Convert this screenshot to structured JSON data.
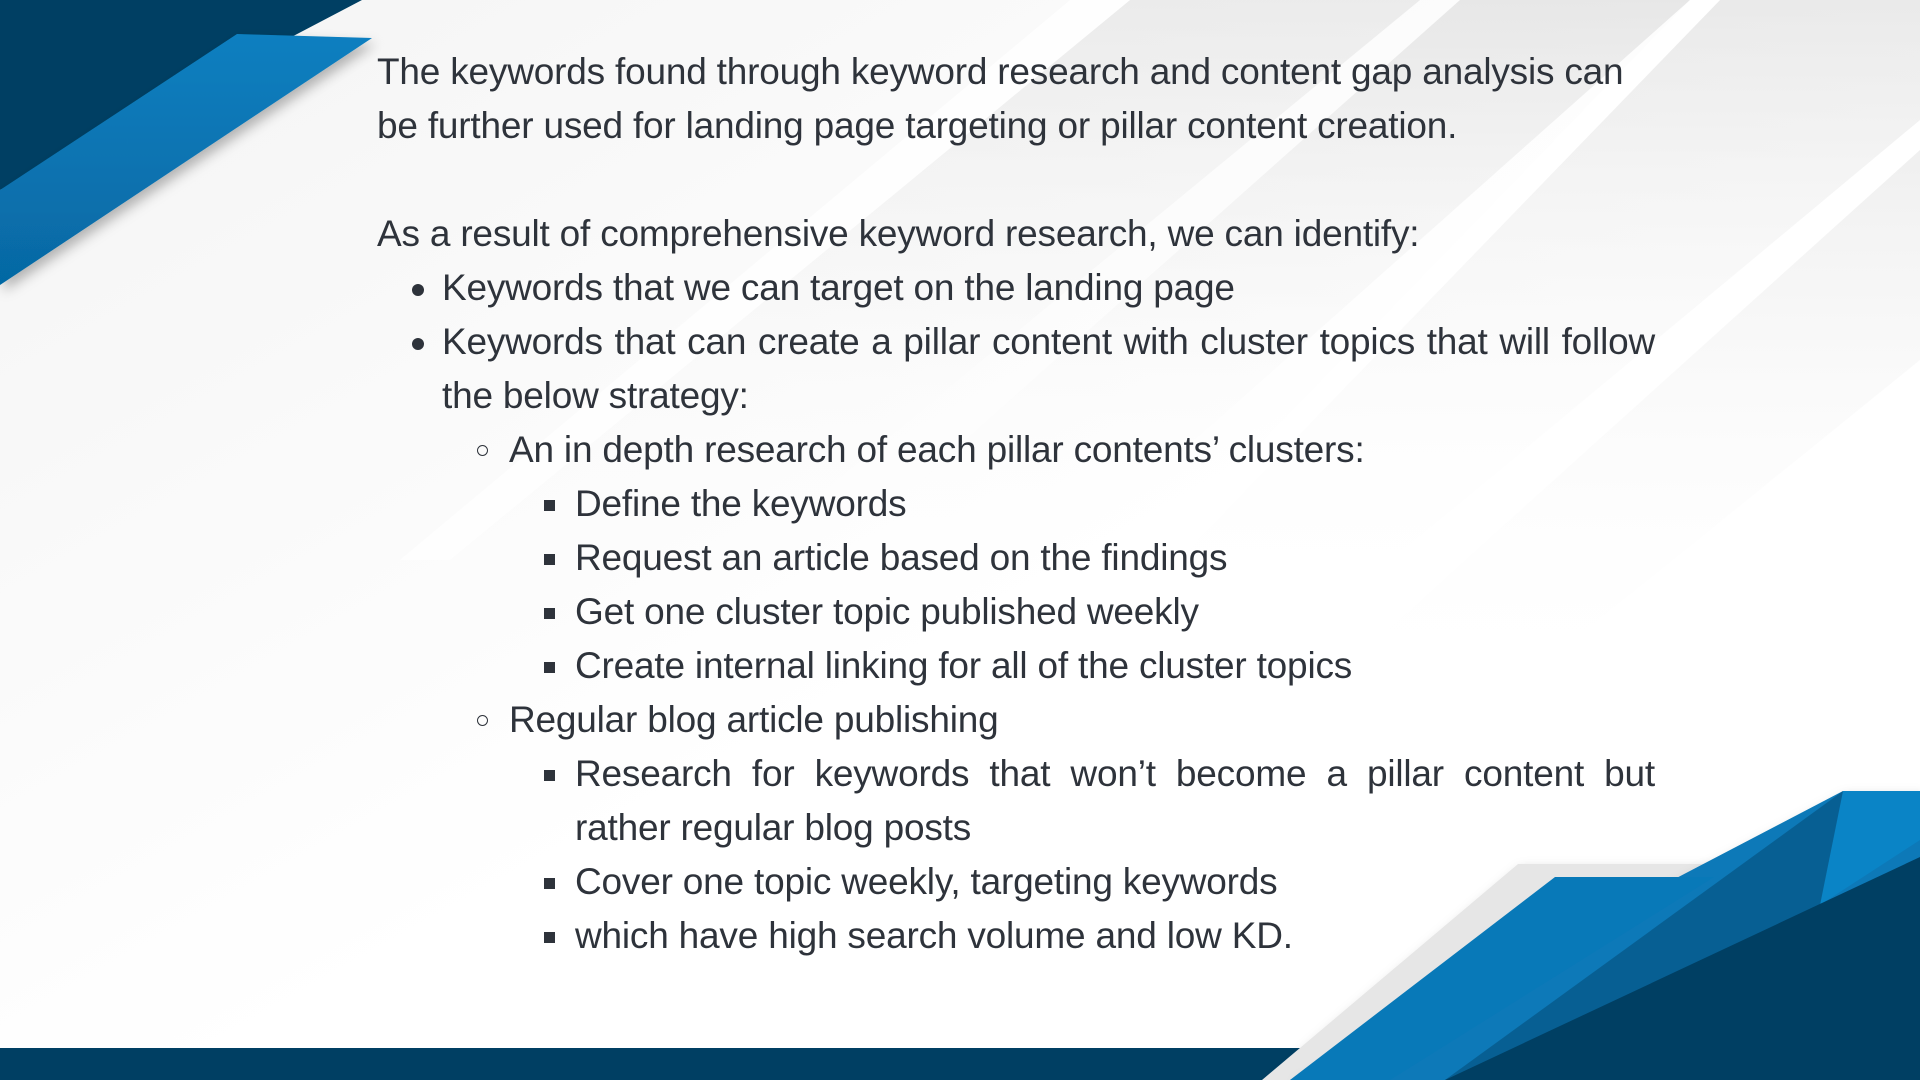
{
  "slide": {
    "intro_paragraph": "The keywords found through keyword research and content gap analysis can be further used for landing page targeting or pillar content creation.",
    "lead_in": "As a result of comprehensive keyword research, we can identify:",
    "bullets": [
      {
        "text": "Keywords that we can target on the landing page"
      },
      {
        "text": "Keywords that can create a pillar content with cluster topics that will follow the below strategy:"
      }
    ],
    "strategy": [
      {
        "text": "An in depth research of each pillar contents’ clusters:",
        "steps": [
          "Define the keywords",
          "Request an article based on the findings",
          "Get one cluster topic published weekly",
          "Create internal linking for all of the cluster topics"
        ]
      },
      {
        "text": "Regular blog article publishing",
        "steps": [
          "Research for keywords that won’t become a pillar content but rather regular blog posts",
          "Cover one topic weekly, targeting keywords",
          "which have high search volume and low KD."
        ]
      }
    ]
  },
  "theme": {
    "navy": "#003f63",
    "blue": "#0879b8",
    "mid_blue": "#075a8c",
    "stripe_gray": "#e6e6e6",
    "text": "#2e333b"
  }
}
